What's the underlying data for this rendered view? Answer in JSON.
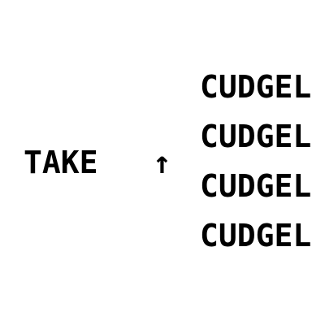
{
  "game": {
    "action": "TAKE",
    "arrow": "↑",
    "options": [
      "CUDGEL",
      "CUDGEL",
      "CUDGEL",
      "CUDGEL"
    ]
  },
  "colors": {
    "background": "#ffffff",
    "text": "#000000"
  },
  "icons": {
    "arrow": "up-arrow-icon"
  }
}
